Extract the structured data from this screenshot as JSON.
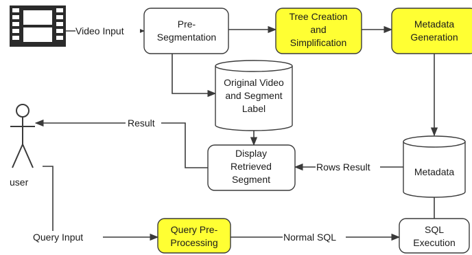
{
  "colors": {
    "highlight": "#ffff33",
    "plain": "#ffffff",
    "stroke": "#3a3a3a",
    "text": "#1a1a1a"
  },
  "icons": [
    "film-strip-icon",
    "user-stick-figure-icon"
  ],
  "actor": {
    "label": "user"
  },
  "nodes": {
    "pre_segmentation": {
      "lines": [
        "Pre-",
        "Segmentation"
      ],
      "highlighted": false
    },
    "tree_creation": {
      "lines": [
        "Tree Creation",
        "and",
        "Simplification"
      ],
      "highlighted": true
    },
    "metadata_generation": {
      "lines": [
        "Metadata",
        "Generation"
      ],
      "highlighted": true
    },
    "original_video_db": {
      "lines": [
        "Original Video",
        "and Segment",
        "Label"
      ],
      "kind": "database"
    },
    "display_retrieved": {
      "lines": [
        "Display",
        "Retrieved",
        "Segment"
      ],
      "highlighted": false
    },
    "metadata_db": {
      "lines": [
        "Metadata"
      ],
      "kind": "database"
    },
    "query_preprocessing": {
      "lines": [
        "Query Pre-",
        "Processing"
      ],
      "highlighted": true
    },
    "sql_execution": {
      "lines": [
        "SQL",
        "Execution"
      ],
      "highlighted": false
    }
  },
  "edges": {
    "video_input": "Video Input",
    "result": "Result",
    "rows_result": "Rows Result",
    "query_input": "Query Input",
    "normal_sql": "Normal SQL"
  }
}
